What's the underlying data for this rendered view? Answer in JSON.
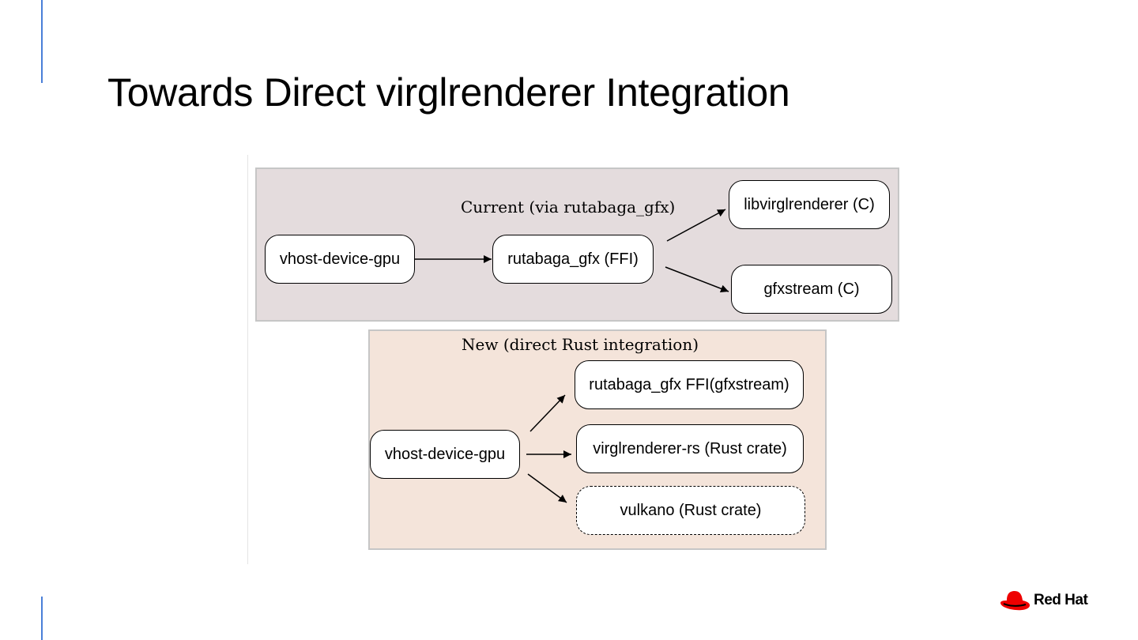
{
  "slide": {
    "title": "Towards Direct virglrenderer Integration"
  },
  "diagram": {
    "current": {
      "label": "Current (via rutabaga_gfx)",
      "nodes": {
        "source": "vhost-device-gpu",
        "middle": "rutabaga_gfx (FFI)",
        "target_a": "libvirglrenderer (C)",
        "target_b": "gfxstream (C)"
      }
    },
    "new": {
      "label": "New (direct Rust integration)",
      "nodes": {
        "source": "vhost-device-gpu",
        "target_a": "rutabaga_gfx FFI(gfxstream)",
        "target_b": "virglrenderer-rs (Rust crate)",
        "target_c": "vulkano (Rust crate)"
      }
    }
  },
  "brand": {
    "name": "Red Hat",
    "logo_icon": "red-hat-fedora-icon",
    "logo_color": "#ee0000"
  },
  "colors": {
    "accent_line": "#4a7fd8",
    "current_cluster_bg": "#e4dcdd",
    "new_cluster_bg": "#f4e4da"
  }
}
